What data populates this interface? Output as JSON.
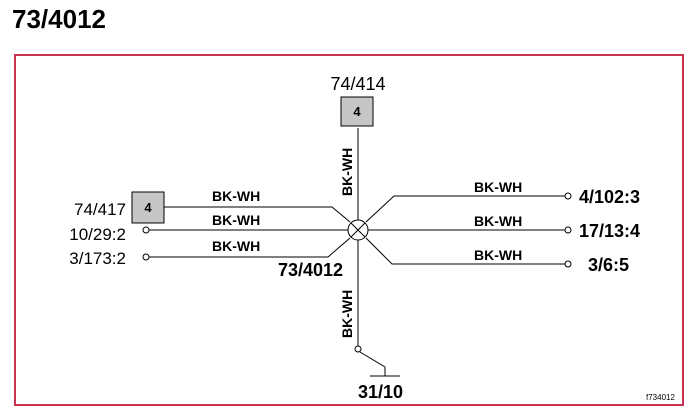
{
  "title": "73/4012",
  "splice": {
    "id": "73/4012"
  },
  "top_connector": {
    "id": "74/414",
    "pin": "4",
    "wire": "BK-WH"
  },
  "bottom": {
    "ground": "31/10",
    "wire": "BK-WH"
  },
  "left": [
    {
      "id": "74/417",
      "pin": "4",
      "wire": "BK-WH"
    },
    {
      "id": "10/29:2",
      "wire": "BK-WH"
    },
    {
      "id": "3/173:2",
      "wire": "BK-WH"
    }
  ],
  "right": [
    {
      "id": "4/102:3",
      "wire": "BK-WH"
    },
    {
      "id": "17/13:4",
      "wire": "BK-WH"
    },
    {
      "id": "3/6:5",
      "wire": "BK-WH"
    }
  ],
  "image_code": "f734012",
  "colors": {
    "frame": "#c8344f",
    "box_fill": "#c6c6c6"
  }
}
